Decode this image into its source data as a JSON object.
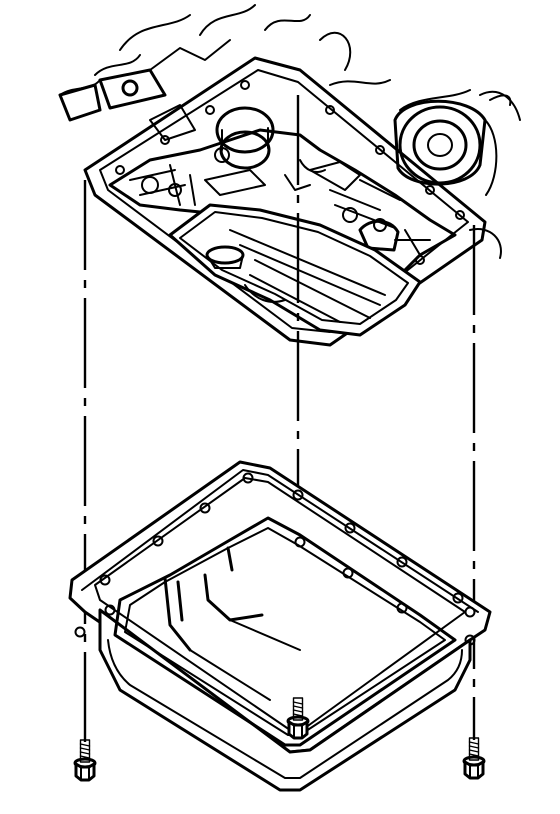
{
  "diagram": {
    "kind": "exploded-view line drawing",
    "components": [
      {
        "id": "transmission-case",
        "icon": "transmission-case-underside"
      },
      {
        "id": "valve-body",
        "icon": "valve-body-assembly"
      },
      {
        "id": "fluid-filter",
        "icon": "oil-filter"
      },
      {
        "id": "oil-pan",
        "icon": "oil-pan"
      },
      {
        "id": "pan-bolt-left",
        "icon": "hex-flange-bolt"
      },
      {
        "id": "pan-bolt-center",
        "icon": "hex-flange-bolt"
      },
      {
        "id": "pan-bolt-right",
        "icon": "hex-flange-bolt"
      }
    ],
    "colors": {
      "line": "#000000",
      "background": "#ffffff"
    }
  }
}
